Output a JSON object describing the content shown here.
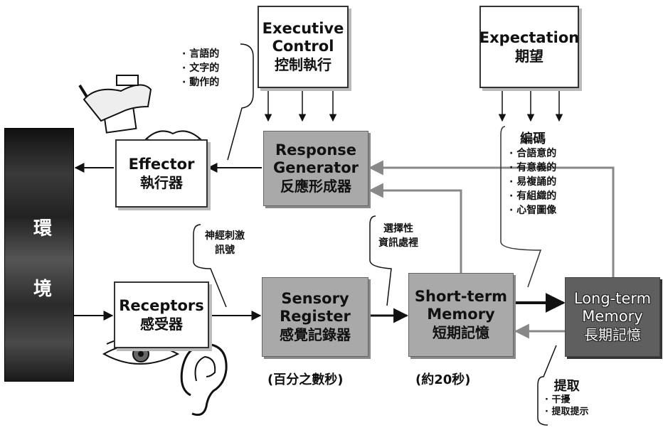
{
  "environment": {
    "chars": [
      "環",
      "境"
    ]
  },
  "boxes": {
    "executive": {
      "en1": "Executive",
      "en2": "Control",
      "zh": "控制執行"
    },
    "expectation": {
      "en1": "Expectation",
      "zh": "期望"
    },
    "effector": {
      "en": "Effector",
      "zh": "執行器"
    },
    "response": {
      "en1": "Response",
      "en2": "Generator",
      "zh": "反應形成器"
    },
    "receptors": {
      "en": "Receptors",
      "zh": "感受器"
    },
    "sensory": {
      "en1": "Sensory",
      "en2": "Register",
      "zh": "感覺記錄器"
    },
    "stm": {
      "en1": "Short-term",
      "en2": "Memory",
      "zh": "短期記憶"
    },
    "ltm": {
      "en1": "Long-term",
      "en2": "Memory",
      "zh": "長期記憶"
    }
  },
  "notes": {
    "effector_types": [
      "言語的",
      "文字的",
      "動作的"
    ],
    "neural_signal": [
      "神經刺激",
      "訊號"
    ],
    "selective": [
      "選擇性",
      "資訊處裡"
    ],
    "encoding": {
      "title": "編碼",
      "items": [
        "合語意的",
        "有意義的",
        "易複誦的",
        "有組織的",
        "心智圖像"
      ]
    },
    "retrieval": {
      "title": "提取",
      "items": [
        "干擾",
        "提取提示"
      ]
    }
  },
  "durations": {
    "sensory": "(百分之數秒)",
    "stm": "(約20秒)"
  }
}
